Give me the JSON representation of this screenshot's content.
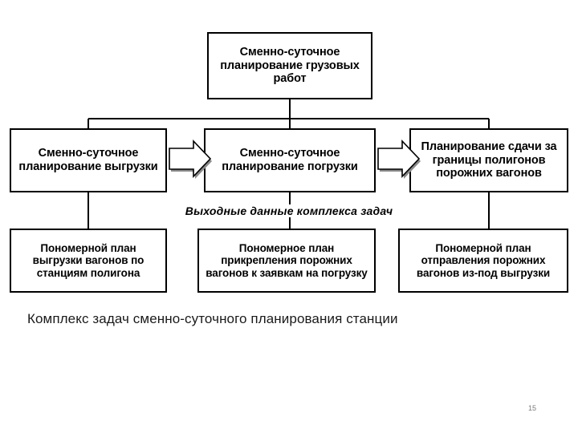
{
  "slide": {
    "page_number": "15",
    "caption": "Комплекс задач сменно-суточного планирования станции",
    "mid_label": "Выходные данные комплекса задач"
  },
  "diagram": {
    "type": "tree-flowchart",
    "root": {
      "label": "Сменно-суточное планирование грузовых работ"
    },
    "level2": [
      {
        "label": "Сменно-суточное планирование выгрузки"
      },
      {
        "label": "Сменно-суточное планирование погрузки"
      },
      {
        "label": "Планирование сдачи за границы полигонов порожних вагонов"
      }
    ],
    "level3": [
      {
        "label": "Пономерной план выгрузки вагонов по станциям полигона"
      },
      {
        "label": "Пономерное план прикрепления порожних вагонов к заявкам на погрузку"
      },
      {
        "label": "Пономерной план отправления порожних вагонов     из-под выгрузки"
      }
    ],
    "connectors": [
      {
        "name": "root-to-level2-bus",
        "kind": "orthogonal-line"
      },
      {
        "name": "level2-to-level3",
        "kind": "vertical-line"
      },
      {
        "name": "arrow-unload-to-load",
        "kind": "block-arrow"
      },
      {
        "name": "arrow-load-to-export",
        "kind": "block-arrow"
      }
    ],
    "colors": {
      "line": "#000000",
      "box_border": "#000000",
      "box_fill": "#ffffff",
      "text": "#000000",
      "arrow_fill": "#ffffff",
      "arrow_shadow": "#808080"
    }
  }
}
